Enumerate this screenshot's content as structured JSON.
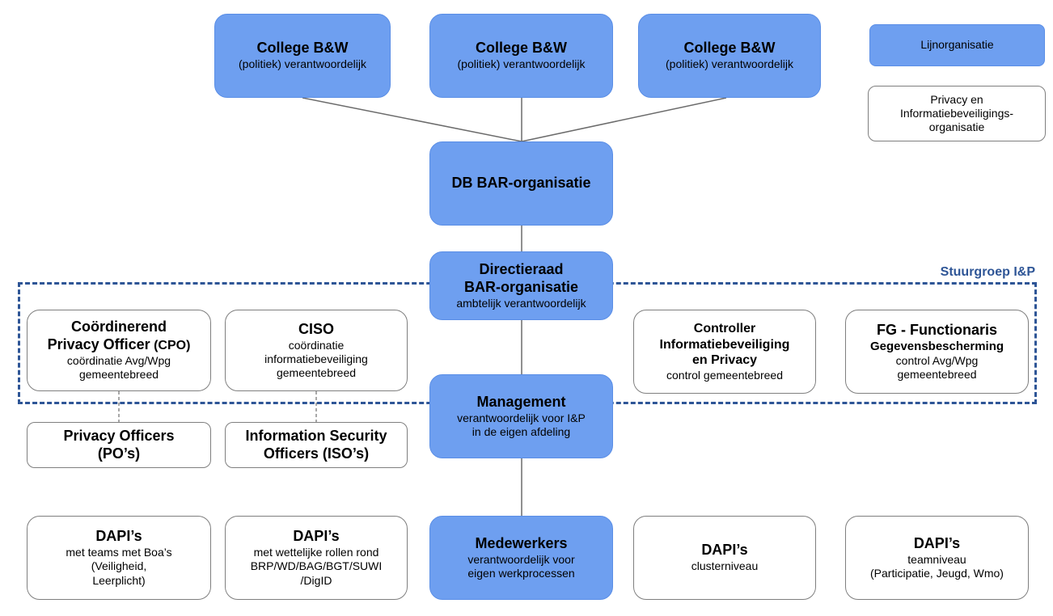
{
  "legend": {
    "line": "Lijnorganisatie",
    "privacy": [
      "Privacy en",
      "Informatiebeveiligings-",
      "organisatie"
    ]
  },
  "college": [
    {
      "title": "College B&W",
      "sub": "(politiek) verantwoordelijk"
    },
    {
      "title": "College B&W",
      "sub": "(politiek) verantwoordelijk"
    },
    {
      "title": "College B&W",
      "sub": "(politiek) verantwoordelijk"
    }
  ],
  "db": {
    "title": "DB BAR-organisatie"
  },
  "directieraad": {
    "title1": "Directieraad",
    "title2": "BAR-organisatie",
    "sub": "ambtelijk verantwoordelijk"
  },
  "stuurgroep": {
    "label": "Stuurgroep I&P"
  },
  "cpo": {
    "title1": "Coördinerend",
    "title2a": "Privacy Officer",
    "title2b": " (CPO)",
    "sub1": "coördinatie Avg/Wpg",
    "sub2": "gemeentebreed"
  },
  "ciso": {
    "title": "CISO",
    "sub1": "coördinatie",
    "sub2": "informatiebeveiliging",
    "sub3": "gemeentebreed"
  },
  "controller": {
    "title1": "Controller",
    "title2": "Informatiebeveiliging",
    "title3": "en Privacy",
    "sub": "control gemeentebreed"
  },
  "fg": {
    "title": "FG - Functionaris",
    "title2": "Gegevensbescherming",
    "sub1": "control Avg/Wpg",
    "sub2": "gemeentebreed"
  },
  "management": {
    "title": "Management",
    "sub1": "verantwoordelijk voor I&P",
    "sub2": "in de eigen afdeling"
  },
  "po": {
    "title1": "Privacy Officers",
    "title2": "(PO’s)"
  },
  "iso": {
    "title1": "Information Security",
    "title2": "Officers (ISO’s)"
  },
  "medewerkers": {
    "title": "Medewerkers",
    "sub1": "verantwoordelijk voor",
    "sub2": "eigen werkprocessen"
  },
  "dapi": [
    {
      "title": "DAPI’s",
      "lines": [
        "met teams met Boa’s",
        "(Veiligheid,",
        "Leerplicht)"
      ]
    },
    {
      "title": "DAPI’s",
      "lines": [
        "met wettelijke rollen rond",
        "BRP/WD/BAG/BGT/SUWI",
        "/DigID"
      ]
    },
    {
      "title": "DAPI’s",
      "lines": [
        "clusterniveau"
      ]
    },
    {
      "title": "DAPI’s",
      "lines": [
        "teamniveau",
        "(Participatie, Jeugd, Wmo)"
      ]
    }
  ]
}
